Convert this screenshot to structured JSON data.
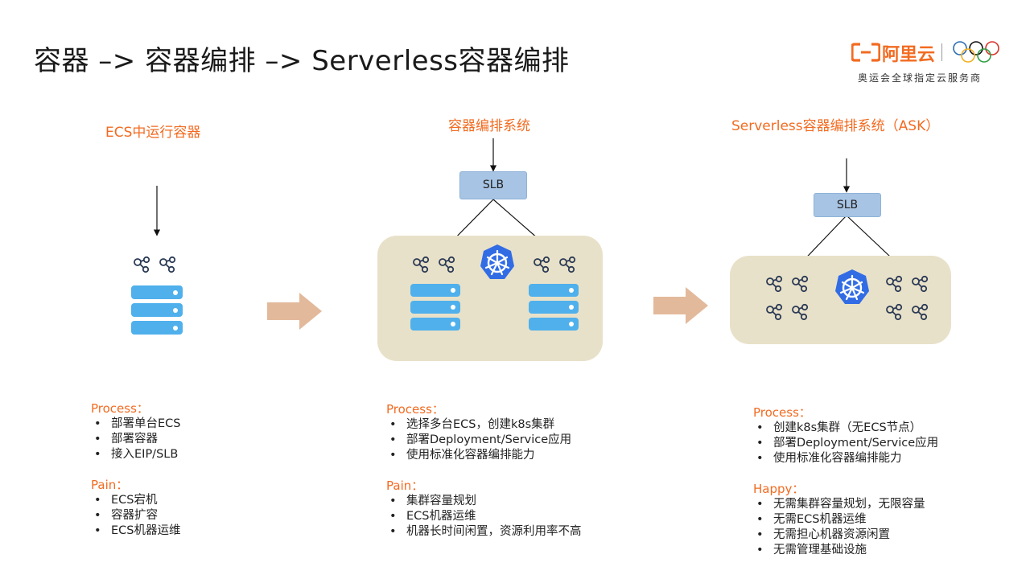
{
  "slide": {
    "title": "容器 –> 容器编排 –> Serverless容器编排"
  },
  "logo": {
    "brand": "阿里云",
    "subtitle": "奥运会全球指定云服务商"
  },
  "columns": [
    {
      "heading": "ECS中运行容器",
      "process_label": "Process：",
      "process_items": [
        "部署单台ECS",
        "部署容器",
        "接入EIP/SLB"
      ],
      "pain_label": "Pain：",
      "pain_items": [
        "ECS宕机",
        "容器扩容",
        "ECS机器运维"
      ]
    },
    {
      "heading": "容器编排系统",
      "slb_label": "SLB",
      "process_label": "Process：",
      "process_items": [
        "选择多台ECS，创建k8s集群",
        "部署Deployment/Service应用",
        "使用标准化容器编排能力"
      ],
      "pain_label": "Pain：",
      "pain_items": [
        "集群容量规划",
        "ECS机器运维",
        "机器长时间闲置，资源利用率不高"
      ]
    },
    {
      "heading": "Serverless容器编排系统（ASK）",
      "slb_label": "SLB",
      "process_label": "Process：",
      "process_items": [
        "创建k8s集群（无ECS节点）",
        "部署Deployment/Service应用",
        "使用标准化容器编排能力"
      ],
      "happy_label": "Happy：",
      "happy_items": [
        "无需集群容量规划，无限容量",
        "无需ECS机器运维",
        "无需担心机器资源闲置",
        "无需管理基础设施"
      ]
    }
  ],
  "colors": {
    "accent": "#f26b21",
    "panel": "#e8e1c9",
    "server": "#4fb0ec",
    "slb": "#a7c4e4",
    "k8s": "#326ce5",
    "arrow": "#e3b99b"
  },
  "icons": [
    "pod-icon",
    "server-icon",
    "kubernetes-icon",
    "arrow-right-icon",
    "aliyun-logo-icon",
    "olympic-rings-icon"
  ]
}
